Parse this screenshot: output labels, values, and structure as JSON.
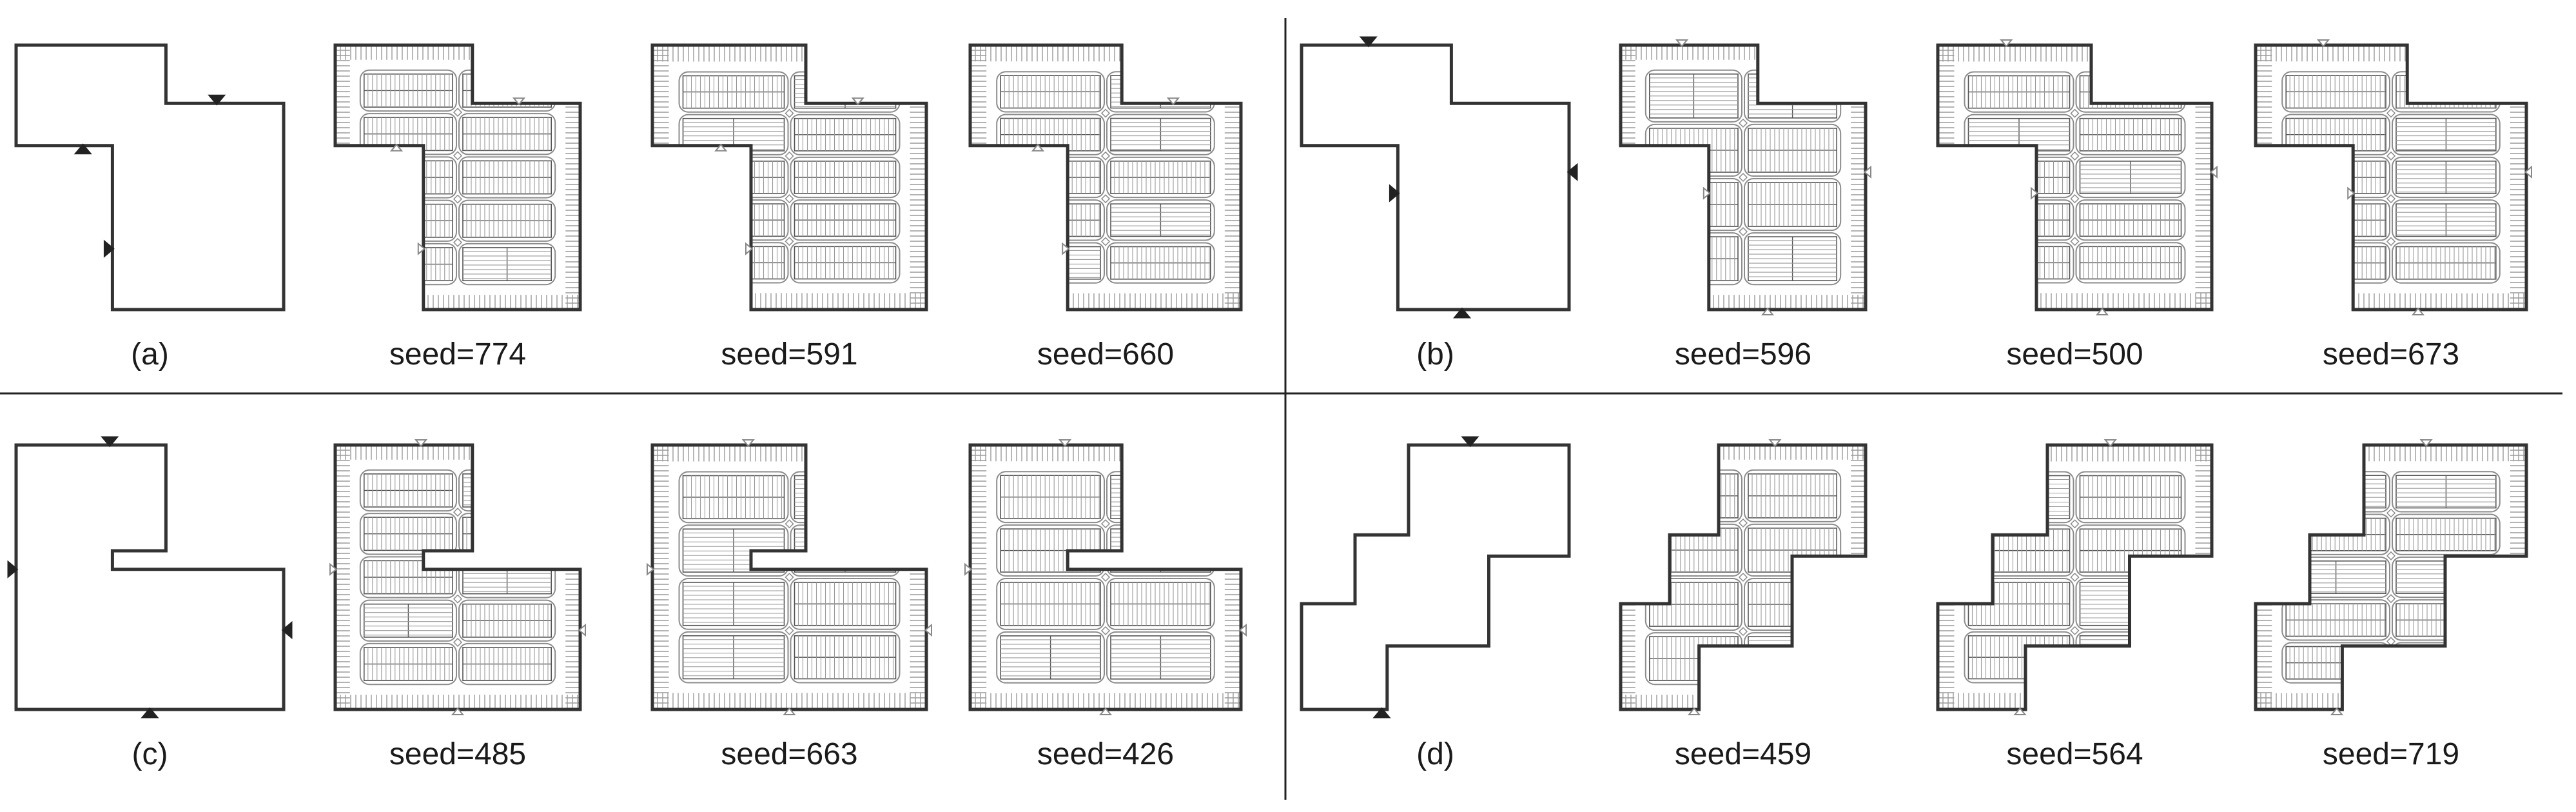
{
  "colors": {
    "outline": "#333333",
    "road": "#8c8c8c",
    "stall": "#9a9a9a",
    "entrance_filled": "#222222",
    "entrance_open": "#888888",
    "divider": "#222222"
  },
  "panels": [
    {
      "label": "(a)",
      "shape": "a",
      "seeds": [
        "seed=774",
        "seed=591",
        "seed=660"
      ]
    },
    {
      "label": "(b)",
      "shape": "b",
      "seeds": [
        "seed=596",
        "seed=500",
        "seed=673"
      ]
    },
    {
      "label": "(c)",
      "shape": "c",
      "seeds": [
        "seed=485",
        "seed=663",
        "seed=426"
      ]
    },
    {
      "label": "(d)",
      "shape": "d",
      "seeds": [
        "seed=459",
        "seed=564",
        "seed=719"
      ]
    }
  ]
}
